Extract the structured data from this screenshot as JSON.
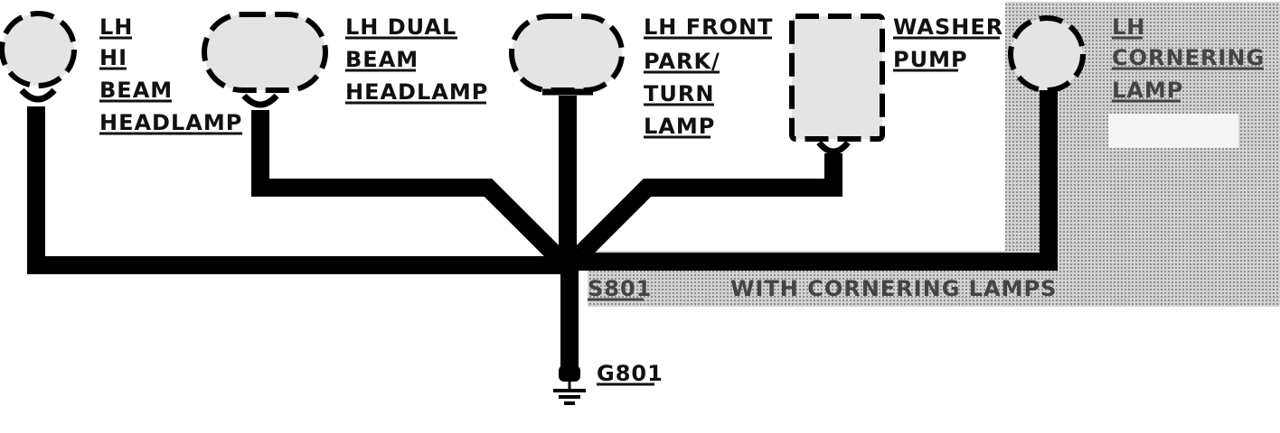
{
  "components": {
    "lh_hi_beam": {
      "lines": [
        "LH",
        "HI",
        "BEAM",
        "HEADLAMP"
      ]
    },
    "lh_dual_beam": {
      "lines": [
        "LH DUAL",
        "BEAM",
        "HEADLAMP"
      ]
    },
    "lh_front_park": {
      "lines": [
        "LH FRONT",
        "PARK/",
        "TURN",
        "LAMP"
      ]
    },
    "washer_pump": {
      "lines": [
        "WASHER",
        "PUMP"
      ]
    },
    "lh_cornering": {
      "lines": [
        "LH",
        "CORNERING",
        "LAMP"
      ]
    }
  },
  "splice": {
    "label": "S801"
  },
  "ground": {
    "label": "G801"
  },
  "option": {
    "label": "WITH CORNERING LAMPS"
  },
  "colors": {
    "wire": "#000000",
    "component_fill": "#e4e4e4",
    "shade": "#bdbdbd",
    "background": "#ffffff"
  }
}
